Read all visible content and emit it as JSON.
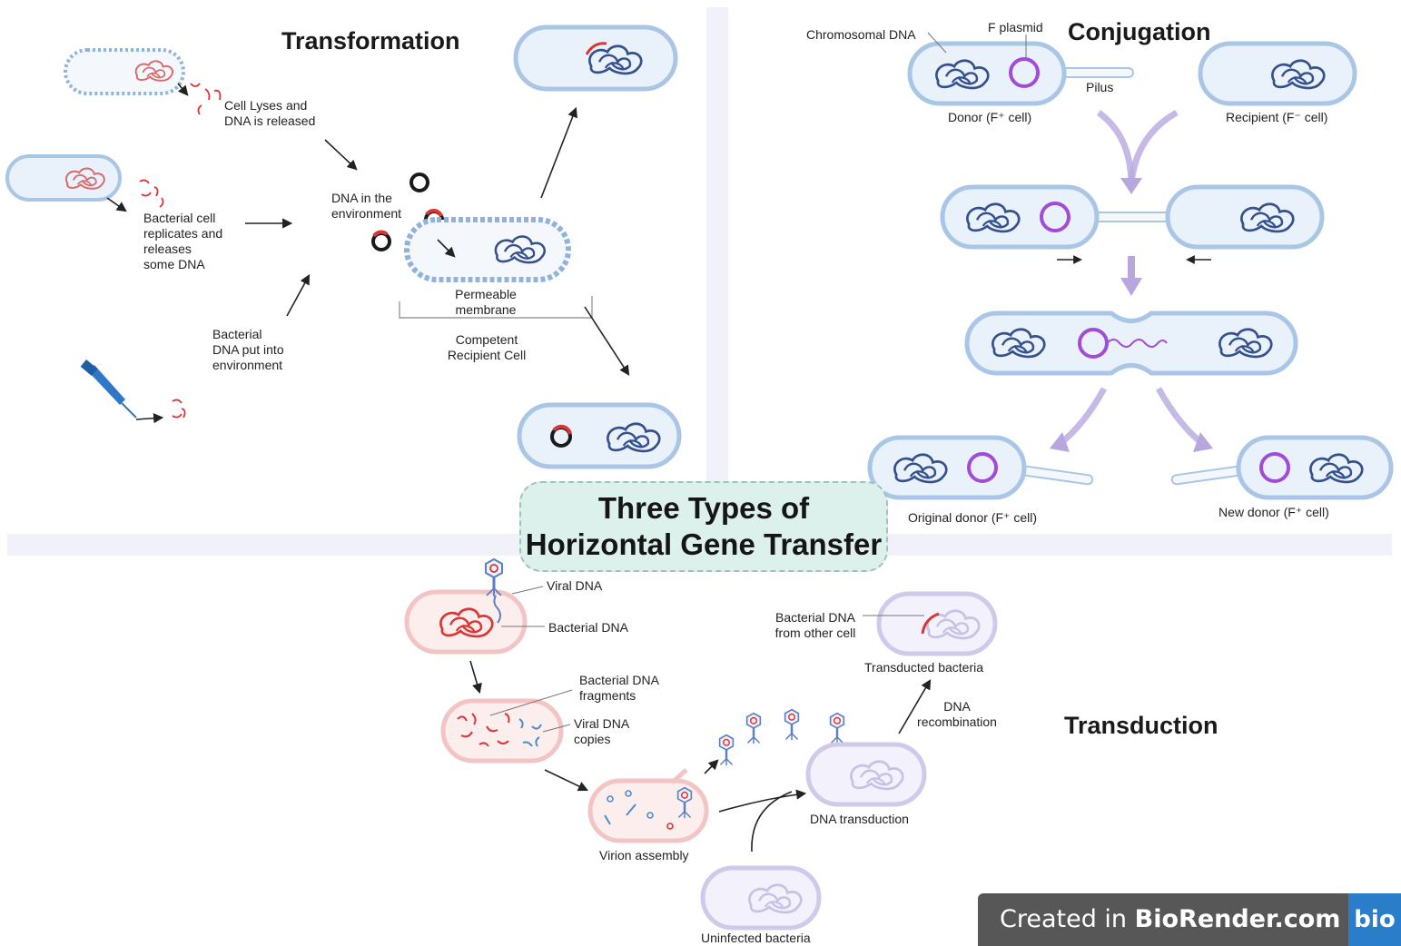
{
  "title": {
    "line1": "Three Types of",
    "line2": "Horizontal Gene Transfer"
  },
  "sections": {
    "transformation": "Transformation",
    "conjugation": "Conjugation",
    "transduction": "Transduction"
  },
  "transformation": {
    "lyses": "Cell Lyses and\nDNA is released",
    "replicates": "Bacterial cell\nreplicates and\nreleases\nsome DNA",
    "put_into": "Bacterial\nDNA put into\nenvironment",
    "env": "DNA in the\nenvironment",
    "permeable": "Permeable\nmembrane",
    "competent": "Competent\nRecipient Cell"
  },
  "conjugation": {
    "chromosomal": "Chromosomal DNA",
    "fplasmid": "F plasmid",
    "pilus": "Pilus",
    "donor": "Donor (F⁺ cell)",
    "recipient": "Recipient (F⁻ cell)",
    "original": "Original donor (F⁺ cell)",
    "newdonor": "New donor (F⁺ cell)"
  },
  "transduction": {
    "viral_dna": "Viral DNA",
    "bacterial_dna": "Bacterial DNA",
    "fragments": "Bacterial DNA\nfragments",
    "copies": "Viral DNA\ncopies",
    "virion": "Virion assembly",
    "from_other": "Bacterial DNA\nfrom other cell",
    "transducted": "Transducted bacteria",
    "recombination": "DNA\nrecombination",
    "dna_transduction": "DNA transduction",
    "uninfected": "Uninfected bacteria"
  },
  "watermark": {
    "prefix": "Created in ",
    "brand": "BioRender.com",
    "logo": "bio"
  },
  "colors": {
    "cell_fill": "#e9f1fb",
    "cell_outline": "#a9c6e6",
    "dna": "#35508c",
    "plasmid": "#a24bd6",
    "red_dna": "#d93636",
    "pink_cell": "#f3c4c4",
    "lavender_cell": "#cfc9ea",
    "arrow_conj": "#b8a7df"
  }
}
